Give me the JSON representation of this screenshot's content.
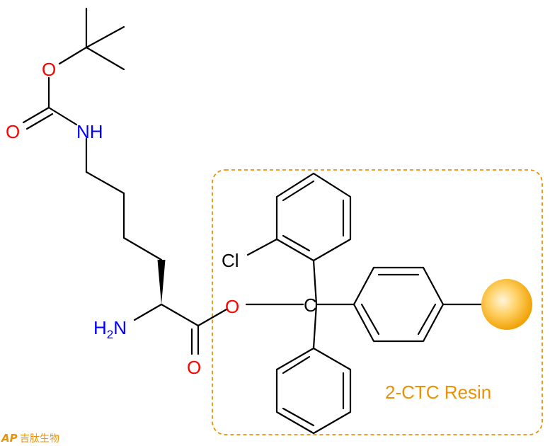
{
  "structure": {
    "name": "Boc-Lys-2-CTC resin",
    "atom_labels": {
      "carbamate_o": "O",
      "carbonyl_o_carbamate": "O",
      "nh": "NH",
      "amine_h": "H",
      "amine_sub": "2",
      "amine_n": "N",
      "ester_o": "O",
      "carbonyl_o_ester": "O",
      "chloro": "Cl",
      "trityl_c": "C"
    },
    "resin_label": "2-CTC Resin",
    "colors": {
      "bond": "#000000",
      "oxygen": "#ff0000",
      "nitrogen": "#0000ff",
      "resin_accent": "#e8920a",
      "resin_box": "#e8920a"
    }
  },
  "watermark": {
    "logo": "AP",
    "text": "吉肽生物",
    "color": "#e8920a"
  }
}
